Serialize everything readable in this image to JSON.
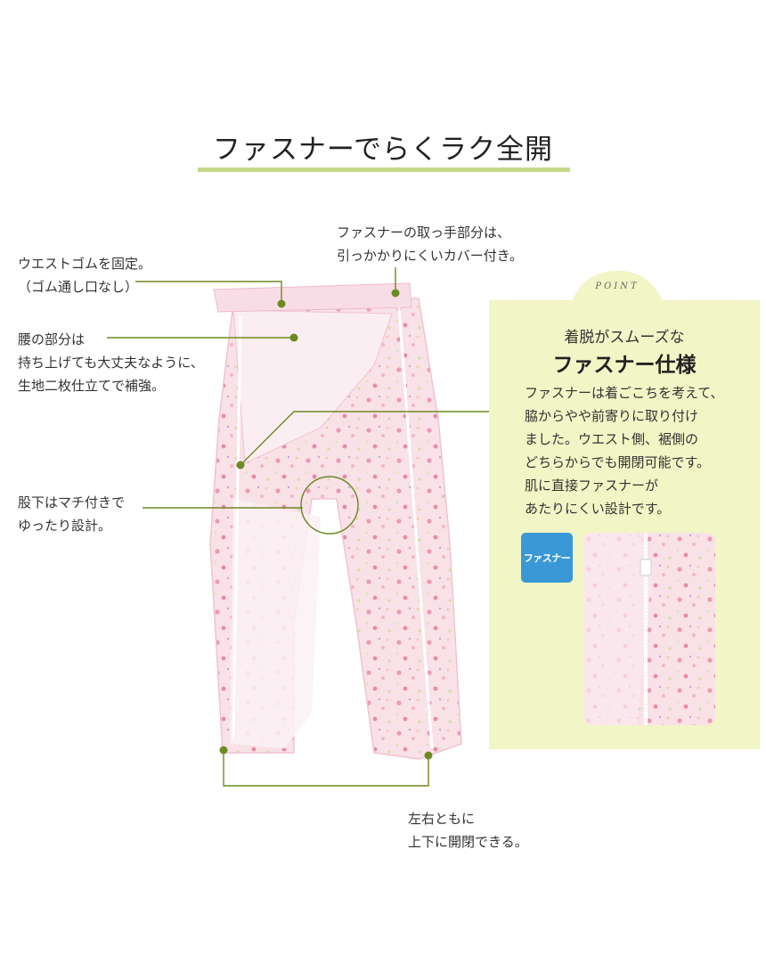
{
  "title": "ファスナーでらくラク全開",
  "callouts": {
    "waist": "ウエストゴムを固定。\n（ゴム通し口なし）",
    "zipper_pull": "ファスナーの取っ手部分は、\n引っかかりにくいカバー付き。",
    "waist_part": "腰の部分は\n持ち上げても大丈夫なように、\n生地二枚仕立てで補強。",
    "crotch": "股下はマチ付きで\nゆったり設計。",
    "open_close": "左右ともに\n上下に開閉できる。"
  },
  "point": {
    "badge": "POINT",
    "subtitle": "着脱がスムーズな",
    "heading": "ファスナー仕様",
    "body": "ファスナーは着ごこちを考えて、\n脇からやや前寄りに取り付け\nました。ウエスト側、裾側の\nどちらからでも開閉可能です。\n肌に直接ファスナーが\nあたりにくい設計です。",
    "tag": "ファスナー"
  },
  "colors": {
    "accent_bar": "#c5d98a",
    "leader_line": "#6e8a23",
    "point_bg": "#f2f5c5",
    "tag_blue": "#3a98d6",
    "fabric_pink": "#f7d7e0"
  }
}
